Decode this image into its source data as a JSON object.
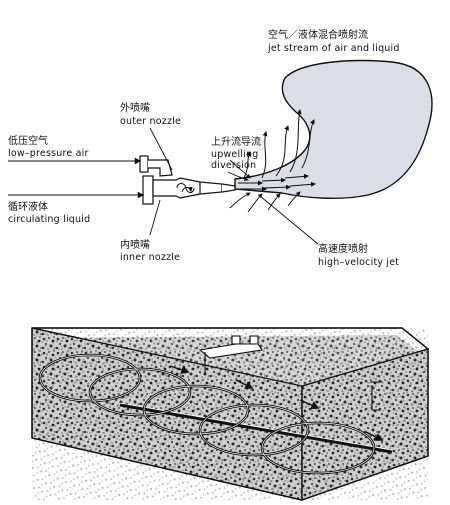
{
  "top_diagram": {
    "labels": {
      "jet_stream_zh": "空气／液体混合喷射流",
      "jet_stream_en": "jet stream of air and liquid",
      "outer_nozzle_zh": "外喷嘴",
      "outer_nozzle_en": "outer nozzle",
      "upwelling_zh": "上升流导流",
      "upwelling_en_1": "upwelling",
      "upwelling_en_2": "diversion",
      "low_air_zh": "低压空气",
      "low_air_en": "low–pressure air",
      "liquid_zh": "循环液体",
      "liquid_en": "circulating liquid",
      "inner_nozzle_zh": "内喷嘴",
      "inner_nozzle_en": "inner nozzle",
      "high_jet_zh": "高速度喷射",
      "high_jet_en": "high–velocity jet"
    }
  },
  "bottom_diagram": {
    "fill_pattern": "granular-media",
    "flow_loops": 5
  },
  "colors": {
    "ink": "#111111",
    "background": "#ffffff",
    "media_light": "#d9d9d9",
    "media_dark": "#2a2a2a"
  }
}
